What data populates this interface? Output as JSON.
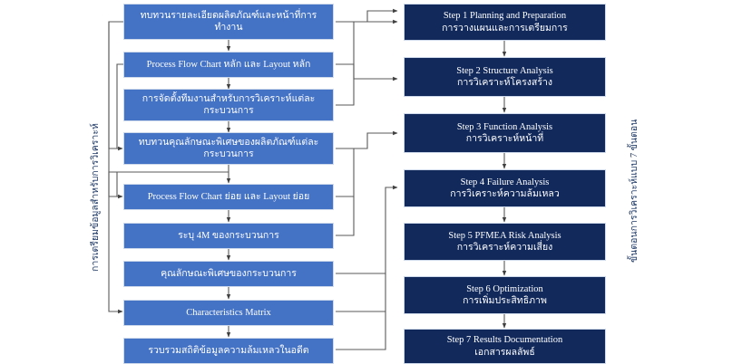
{
  "diagram": {
    "title": "PFMEA seven step analysis flow diagram",
    "colors": {
      "left_box": "#4472C4",
      "right_box": "#12295C",
      "connector": "#595959",
      "label_text": "#1F3864",
      "box_text": "#FFFFFF",
      "background": "#FFFFFF"
    },
    "left_axis_label": "การเตรียมข้อมูลสำหรับการวิเคราะห์",
    "right_axis_label": "ขั้นตอนการวิเคราะห์แบบ 7 ขั้นตอน",
    "left_column": [
      {
        "id": "L1",
        "line1": "ทบทวนรายละเอียดผลิตภัณฑ์และหน้าที่การ",
        "line2": "ทำงาน"
      },
      {
        "id": "L2",
        "line1": "Process Flow Chart หลัก และ Layout หลัก",
        "line2": ""
      },
      {
        "id": "L3",
        "line1": "การจัดตั้งทีมงานสำหรับการวิเคราะห์แต่ละ",
        "line2": "กระบวนการ"
      },
      {
        "id": "L4",
        "line1": "ทบทวนคุณลักษณะพิเศษของผลิตภัณฑ์แต่ละ",
        "line2": "กระบวนการ"
      },
      {
        "id": "L5",
        "line1": "Process Flow Chart ย่อย และ Layout ย่อย",
        "line2": ""
      },
      {
        "id": "L6",
        "line1": "ระบุ 4M ของกระบวนการ",
        "line2": ""
      },
      {
        "id": "L7",
        "line1": "คุณลักษณะพิเศษของกระบวนการ",
        "line2": ""
      },
      {
        "id": "L8",
        "line1": "Characteristics Matrix",
        "line2": ""
      },
      {
        "id": "L9",
        "line1": "รวบรวมสถิติข้อมูลความล้มเหลวในอดีต",
        "line2": ""
      }
    ],
    "right_column": [
      {
        "id": "R1",
        "line1": "Step 1 Planning and Preparation",
        "line2": "การวางแผนและการเตรียมการ"
      },
      {
        "id": "R2",
        "line1": "Step 2 Structure Analysis",
        "line2": "การวิเคราะห์โครงสร้าง"
      },
      {
        "id": "R3",
        "line1": "Step 3 Function Analysis",
        "line2": "การวิเคราะห์หน้าที่"
      },
      {
        "id": "R4",
        "line1": "Step 4 Failure Analysis",
        "line2": "การวิเคราะห์ความล้มเหลว"
      },
      {
        "id": "R5",
        "line1": "Step 5 PFMEA Risk Analysis",
        "line2": "การวิเคราะห์ความเสี่ยง"
      },
      {
        "id": "R6",
        "line1": "Step 6 Optimization",
        "line2": "การเพิ่มประสิทธิภาพ"
      },
      {
        "id": "R7",
        "line1": "Step 7 Results Documentation",
        "line2": "เอกสารผลลัพธ์"
      }
    ]
  }
}
